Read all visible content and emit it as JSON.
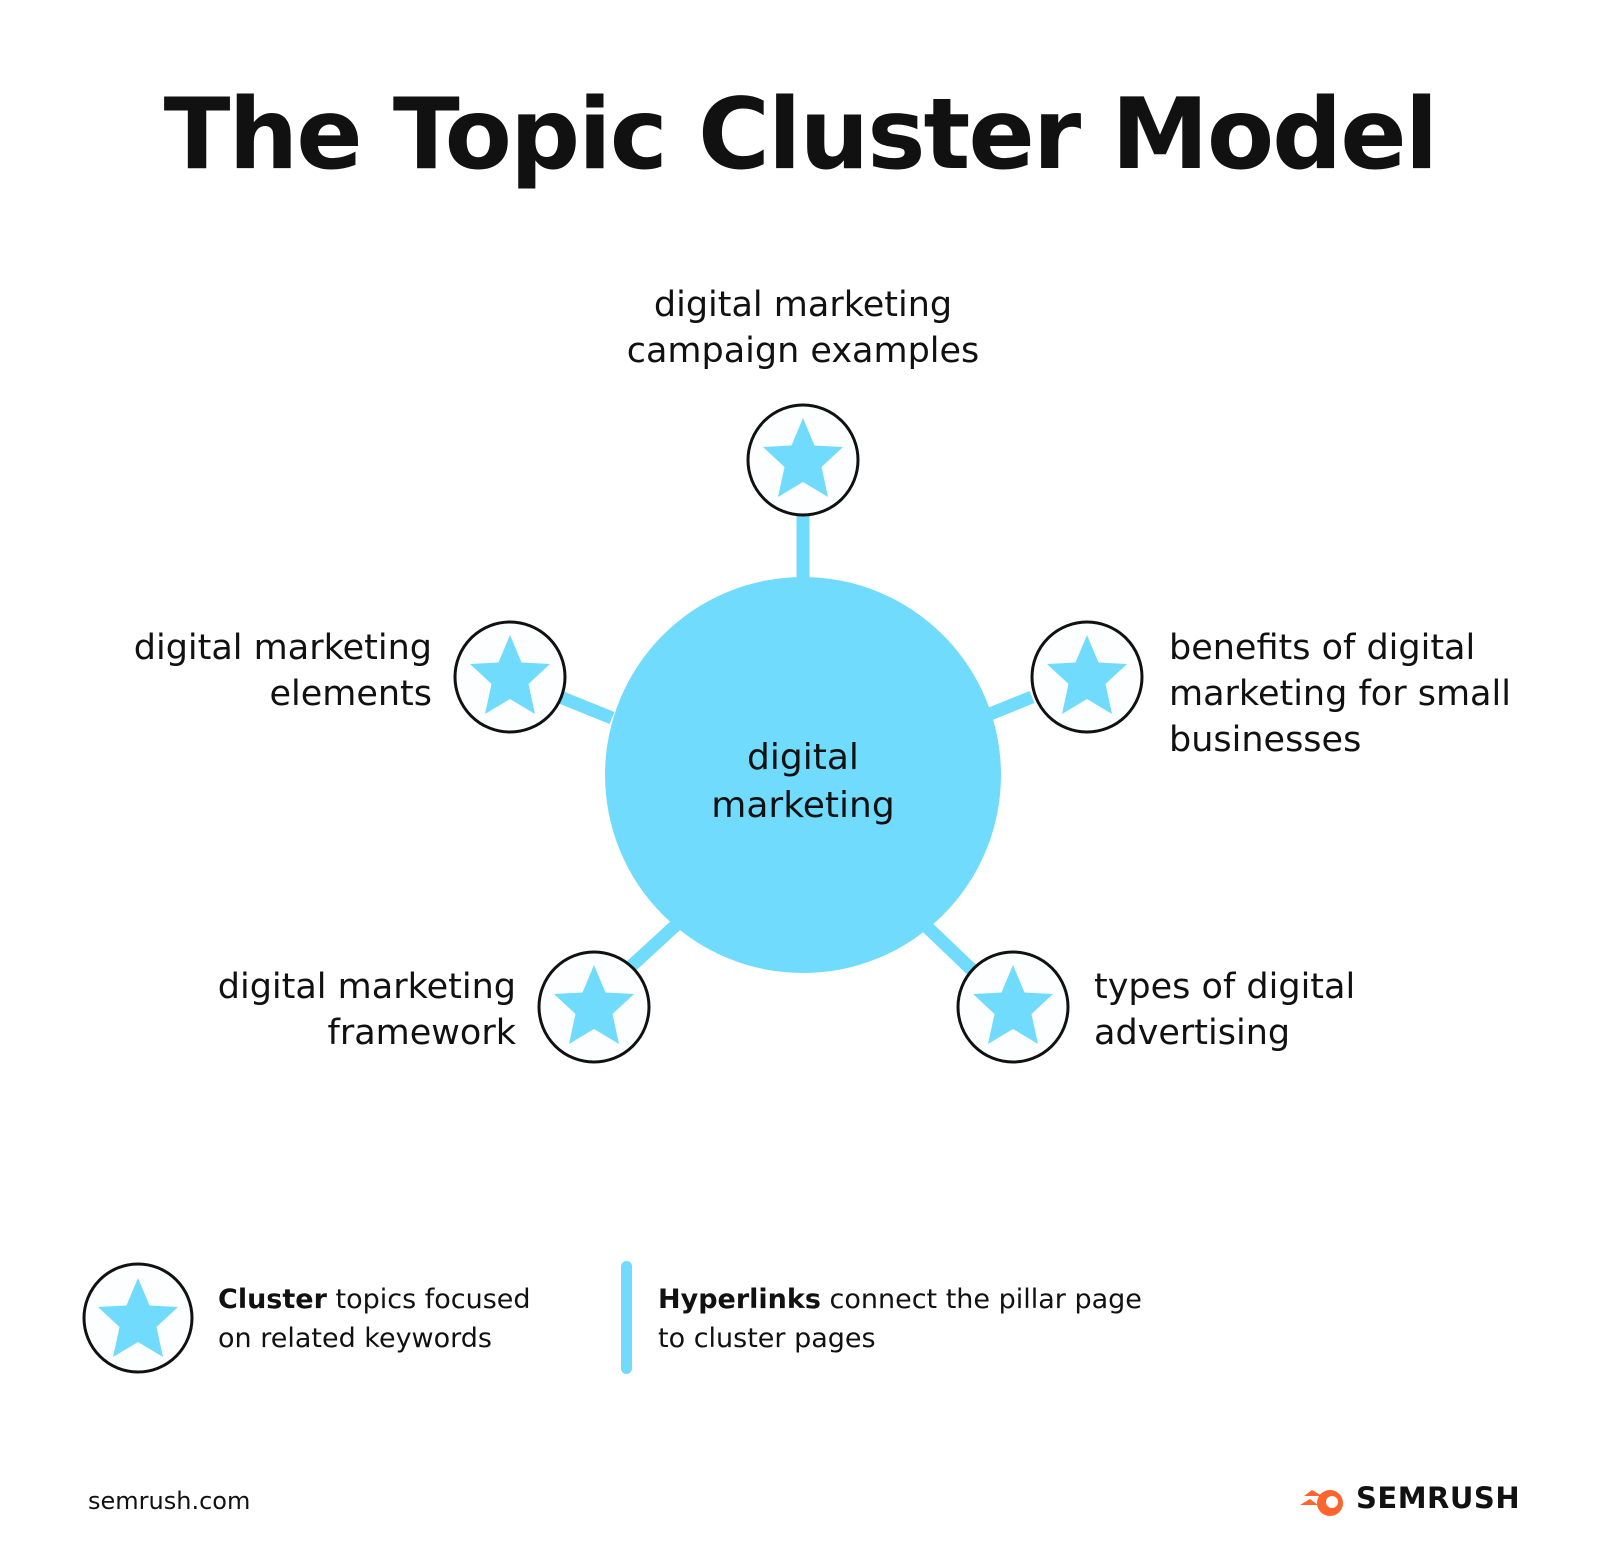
{
  "title": "The Topic Cluster Model",
  "pillar": {
    "line1": "digital",
    "line2": "marketing",
    "color": "#70dbfd"
  },
  "clusters": [
    {
      "position": "top",
      "line1": "digital marketing",
      "line2": "campaign examples"
    },
    {
      "position": "upper-right",
      "line1": "benefits of digital",
      "line2": "marketing for small",
      "line3": "businesses"
    },
    {
      "position": "lower-right",
      "line1": "types of digital",
      "line2": "advertising"
    },
    {
      "position": "lower-left",
      "line1": "digital marketing",
      "line2": "framework"
    },
    {
      "position": "upper-left",
      "line1": "digital marketing",
      "line2": "elements"
    }
  ],
  "legend": {
    "cluster": {
      "bold": "Cluster",
      "rest": " topics focused",
      "line2": "on related keywords"
    },
    "hyperlinks": {
      "bold": "Hyperlinks",
      "rest": " connect the pillar page",
      "line2": "to cluster pages"
    }
  },
  "footer": {
    "url": "semrush.com",
    "brand": "SEMRUSH",
    "brand_color": "#ff642d"
  },
  "colors": {
    "accent": "#70dbfd",
    "stroke": "#111111"
  }
}
